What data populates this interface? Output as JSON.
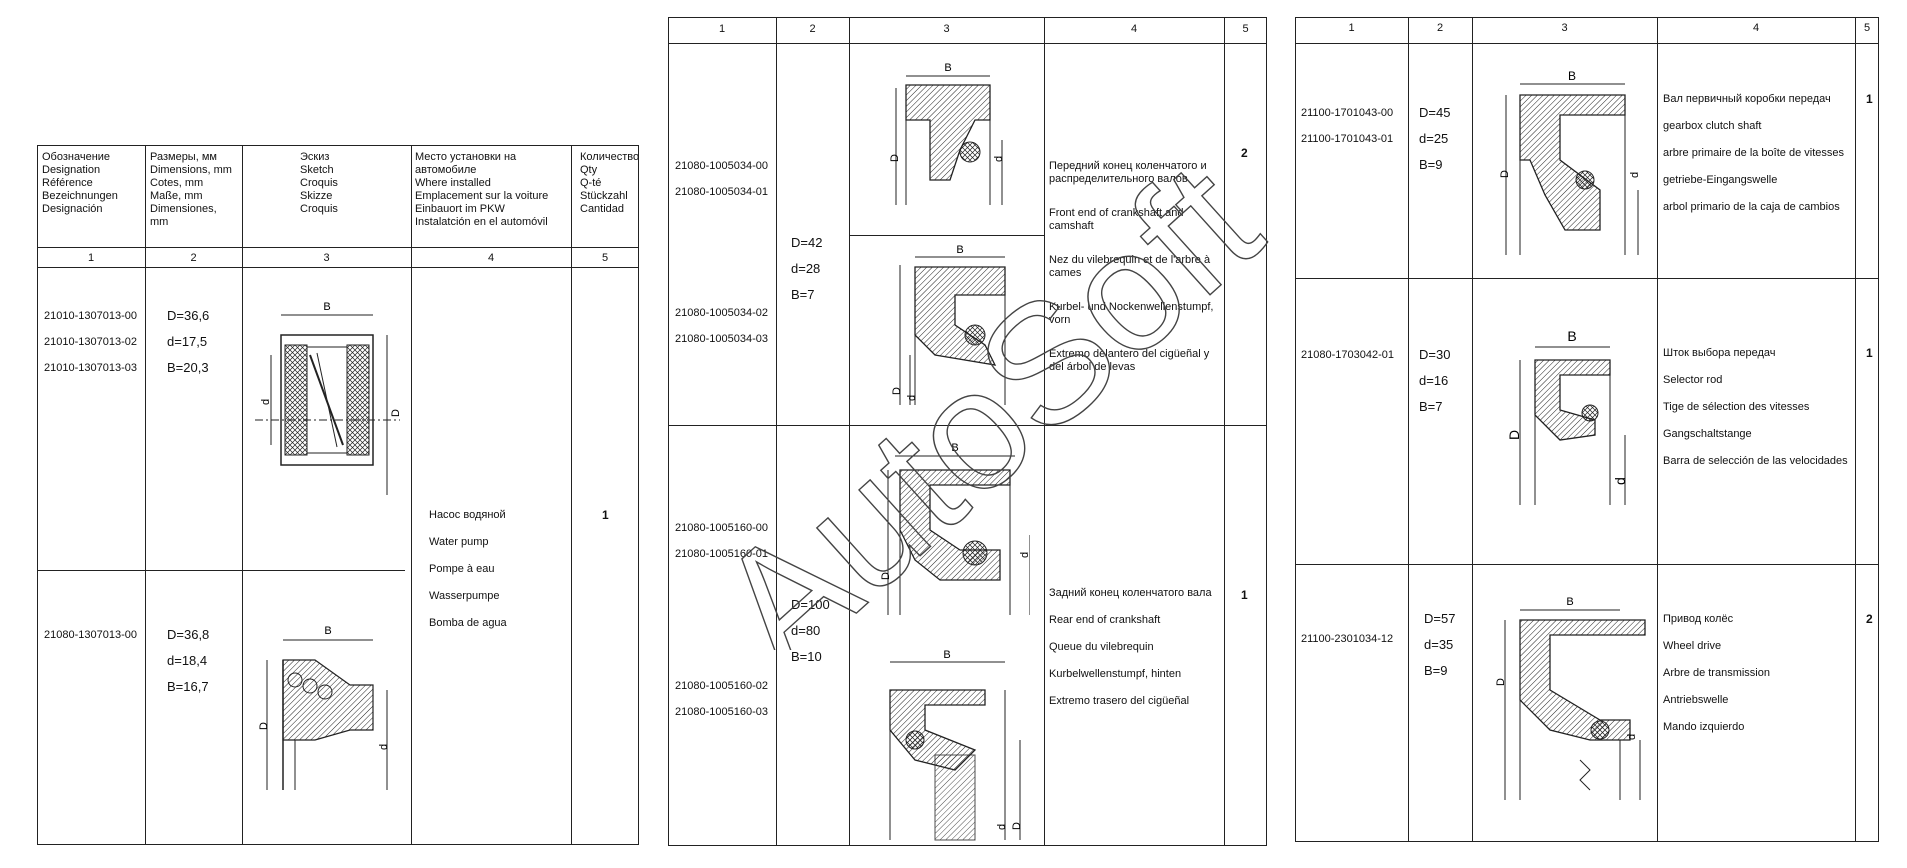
{
  "table1": {
    "header": {
      "col1": "Обозначение\nDesignation\nRéférence\nBezeichnungen\nDesignación",
      "col2": "Размеры, мм\nDimensions, mm\nCotes, mm\nMaße, mm\nDimensiones,\nmm",
      "col3": "Эскиз\nSketch\nCroquis\nSkizze\nCroquis",
      "col4": "Место установки на автомобиле\nWhere installed\nEmplacement sur la voiture\nEinbauort im PKW\nInstalatción en el automóvil",
      "col5": "Количество\nQty\nQ-té\nStückzahl\nCantidad"
    },
    "numbers": [
      "1",
      "2",
      "3",
      "4",
      "5"
    ],
    "rows": [
      {
        "codes": [
          "21010-1307013-00",
          "21010-1307013-02",
          "21010-1307013-03"
        ],
        "dims": [
          "D=36,6",
          "d=17,5",
          "B=20,3"
        ]
      },
      {
        "codes": [
          "21080-1307013-00"
        ],
        "dims": [
          "D=36,8",
          "d=18,4",
          "B=16,7"
        ]
      }
    ],
    "place": [
      "Насос водяной",
      "Water pump",
      "Pompe à eau",
      "Wasserpumpe",
      "Bomba de agua"
    ],
    "qty": "1"
  },
  "table2": {
    "numbers": [
      "1",
      "2",
      "3",
      "4",
      "5"
    ],
    "groups": [
      {
        "codes_a": [
          "21080-1005034-00",
          "21080-1005034-01"
        ],
        "codes_b": [
          "21080-1005034-02",
          "21080-1005034-03"
        ],
        "dims": [
          "D=42",
          "d=28",
          "B=7"
        ],
        "place": [
          "Передний конец коленчатого и распределительного валов",
          "Front end of crankshaft and camshaft",
          "Nez du vilebrequin et de l'arbre à cames",
          "Kurbel- und Nockenwellenstumpf, vorn",
          "Extremo delantero del cigüeñal y del árbol de levas"
        ],
        "qty": "2"
      },
      {
        "codes_a": [
          "21080-1005160-00",
          "21080-1005160-01"
        ],
        "codes_b": [
          "21080-1005160-02",
          "21080-1005160-03"
        ],
        "dims": [
          "D=100",
          "d=80",
          "B=10"
        ],
        "place": [
          "Задний конец коленчатого вала",
          "Rear end of crankshaft",
          "Queue du vilebrequin",
          "Kurbelwellenstumpf, hinten",
          "Extremo trasero del cigüeñal"
        ],
        "qty": "1"
      }
    ]
  },
  "table3": {
    "numbers": [
      "1",
      "2",
      "3",
      "4",
      "5"
    ],
    "rows": [
      {
        "codes": [
          "21100-1701043-00",
          "21100-1701043-01"
        ],
        "dims": [
          "D=45",
          "d=25",
          "B=9"
        ],
        "place": [
          "Вал первичный коробки передач",
          "gearbox clutch shaft",
          "arbre primaire de la boîte de vitesses",
          "getriebe-Eingangswelle",
          "arbol primario de la caja de cambios"
        ],
        "qty": "1"
      },
      {
        "codes": [
          "21080-1703042-01"
        ],
        "dims": [
          "D=30",
          "d=16",
          "B=7"
        ],
        "place": [
          "Шток выбора передач",
          "Selector rod",
          "Tige de sélection des vitesses",
          "Gangschaltstange",
          "Barra de selección de las velocidades"
        ],
        "qty": "1"
      },
      {
        "codes": [
          "21100-2301034-12"
        ],
        "dims": [
          "D=57",
          "d=35",
          "B=9"
        ],
        "place": [
          "Привод колёс",
          "Wheel drive",
          "Arbre de transmission",
          "Antriebswelle",
          "Mando izquierdo"
        ],
        "qty": "2"
      }
    ]
  },
  "sketch_labels": {
    "B": "B",
    "D": "D",
    "d": "d"
  },
  "watermark": "AutoSoft"
}
